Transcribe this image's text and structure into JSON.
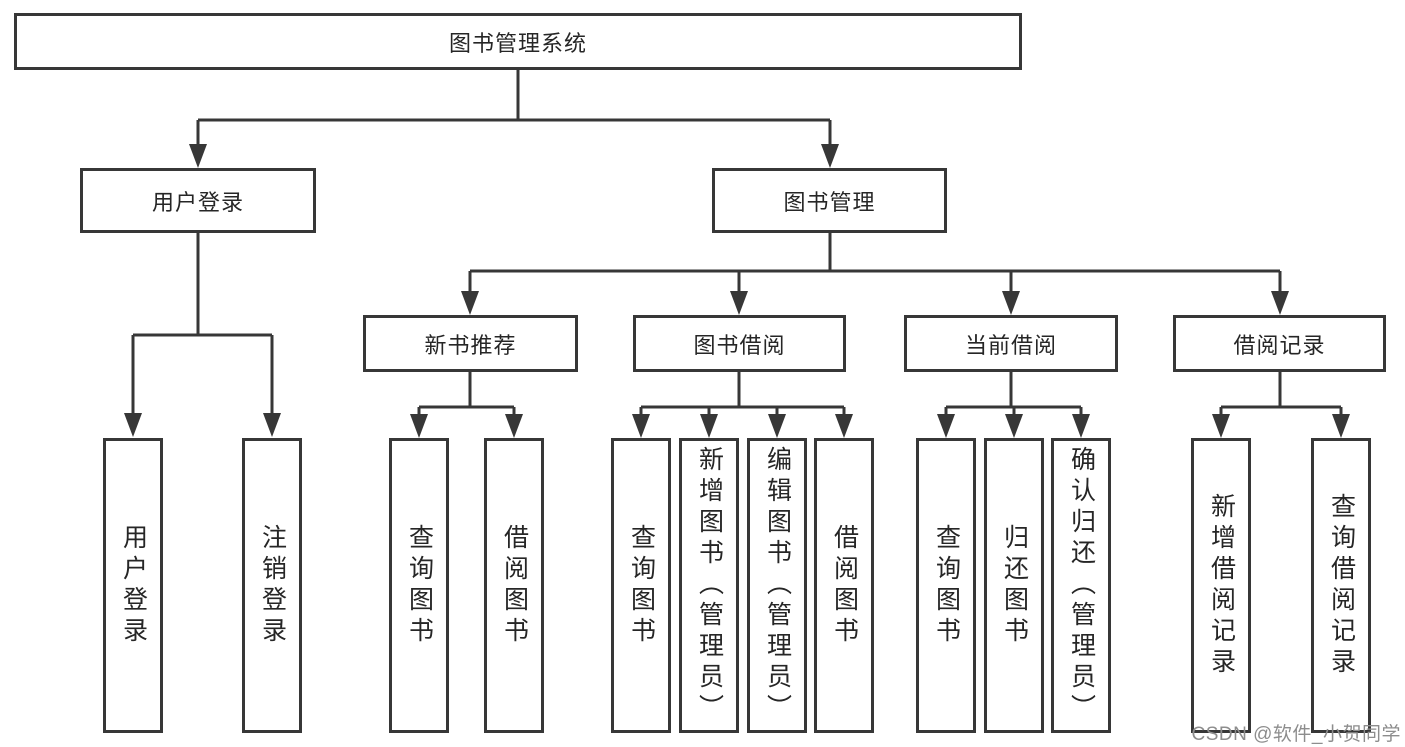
{
  "diagram": {
    "root": "图书管理系统",
    "level2": {
      "user_login": "用户登录",
      "book_mgmt": "图书管理"
    },
    "level3": {
      "new_book": "新书推荐",
      "book_borrow": "图书借阅",
      "current_borrow": "当前借阅",
      "borrow_record": "借阅记录"
    },
    "leaves": {
      "user_login": "用户登录",
      "logout": "注销登录",
      "nb_query": "查询图书",
      "nb_borrow": "借阅图书",
      "bb_query": "查询图书",
      "bb_add": "新增图书（管理员）",
      "bb_edit": "编辑图书（管理员）",
      "bb_borrow": "借阅图书",
      "cb_query": "查询图书",
      "cb_return": "归还图书",
      "cb_confirm": "确认归还（管理员）",
      "br_add": "新增借阅记录",
      "br_query": "查询借阅记录"
    }
  },
  "watermark": "CSDN @软件_小贺同学",
  "colors": {
    "line": "#373737",
    "text": "#262626",
    "watermark": "#8d8d8d",
    "background": "#ffffff"
  }
}
